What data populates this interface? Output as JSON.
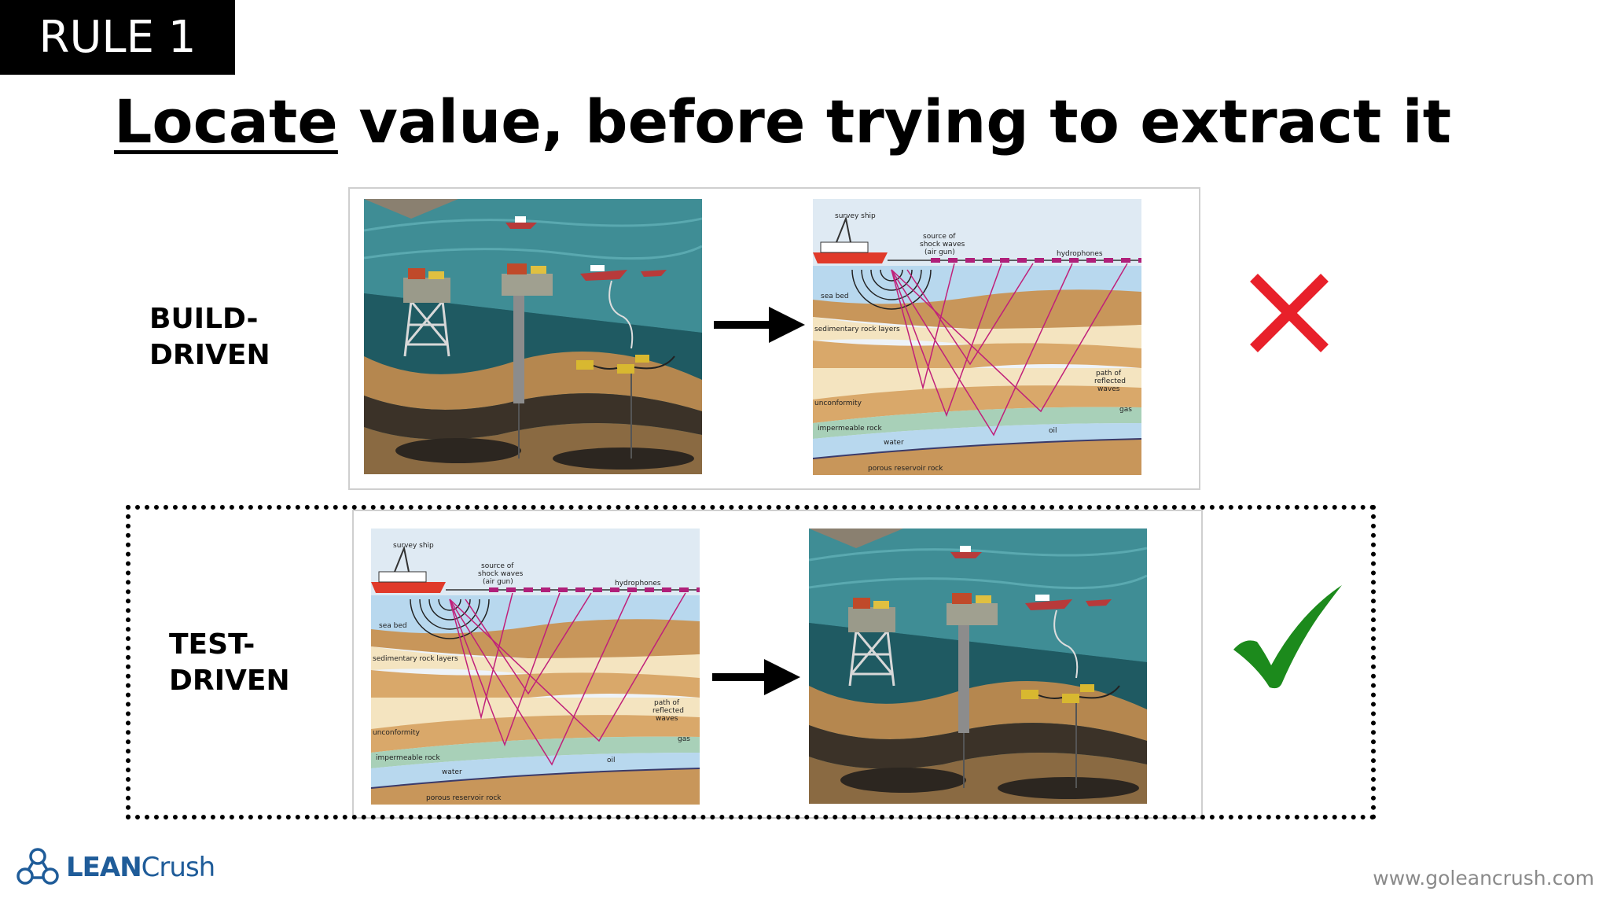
{
  "badge": "RULE 1",
  "title": {
    "underlined": "Locate",
    "rest": " value, before trying to extract it"
  },
  "rows": [
    {
      "label_line1": "BUILD-",
      "label_line2": "DRIVEN",
      "verdict": "wrong"
    },
    {
      "label_line1": "TEST-",
      "label_line2": "DRIVEN",
      "verdict": "right"
    }
  ],
  "seismic": {
    "survey_ship": "survey ship",
    "source_line1": "source of",
    "source_line2": "shock waves",
    "source_line3": "(air gun)",
    "hydrophones": "hydrophones",
    "sea_bed": "sea bed",
    "sedimentary": "sedimentary rock layers",
    "path_line1": "path of",
    "path_line2": "reflected",
    "path_line3": "waves",
    "unconformity": "unconformity",
    "impermeable": "impermeable rock",
    "water": "water",
    "oil": "oil",
    "gas": "gas",
    "porous": "porous reservoir rock"
  },
  "colors": {
    "cross": "#e8202a",
    "check": "#1c8a1c",
    "logo": "#1f5c99"
  },
  "footer": {
    "logo_bold": "LEAN",
    "logo_rest": "Crush",
    "url": "www.goleancrush.com"
  }
}
